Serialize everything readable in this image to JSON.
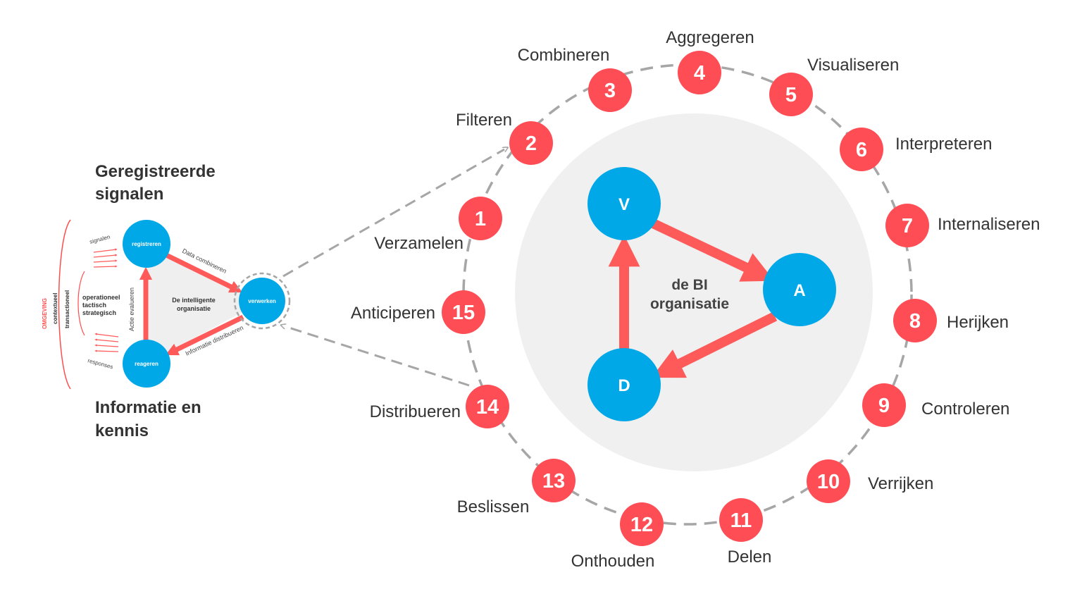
{
  "left": {
    "heading_top": [
      "Geregistreerde",
      "signalen"
    ],
    "heading_bottom": [
      "Informatie en",
      "kennis"
    ],
    "nodes": {
      "top": "registreren",
      "right": "verwerken",
      "bottom": "reageren"
    },
    "center": [
      "De intelligente",
      "organisatie"
    ],
    "edge_labels": {
      "top_right": "Data combineren",
      "bottom_right": "Informatie distribueren",
      "left": "Actie evalueren"
    },
    "levels": [
      "operationeel",
      "tactisch",
      "strategisch"
    ],
    "side_labels": [
      "OMGEVING",
      "contextueel",
      "transactioneel"
    ],
    "signals": "signalen",
    "responses": "responses"
  },
  "center": {
    "title": [
      "de BI",
      "organisatie"
    ],
    "nodes": [
      "V",
      "A",
      "D"
    ]
  },
  "steps": [
    {
      "n": "1",
      "label": "Verzamelen"
    },
    {
      "n": "2",
      "label": "Filteren"
    },
    {
      "n": "3",
      "label": "Combineren"
    },
    {
      "n": "4",
      "label": "Aggregeren"
    },
    {
      "n": "5",
      "label": "Visualiseren"
    },
    {
      "n": "6",
      "label": "Interpreteren"
    },
    {
      "n": "7",
      "label": "Internaliseren"
    },
    {
      "n": "8",
      "label": "Herijken"
    },
    {
      "n": "9",
      "label": "Controleren"
    },
    {
      "n": "10",
      "label": "Verrijken"
    },
    {
      "n": "11",
      "label": "Delen"
    },
    {
      "n": "12",
      "label": "Onthouden"
    },
    {
      "n": "13",
      "label": "Beslissen"
    },
    {
      "n": "14",
      "label": "Distribueren"
    },
    {
      "n": "15",
      "label": "Anticiperen"
    }
  ],
  "colors": {
    "step": "#ff4d55",
    "node": "#00a8e8",
    "arrow": "#ff5a5a",
    "dash": "#a6a6a6",
    "disc": "#f0f0f0"
  }
}
